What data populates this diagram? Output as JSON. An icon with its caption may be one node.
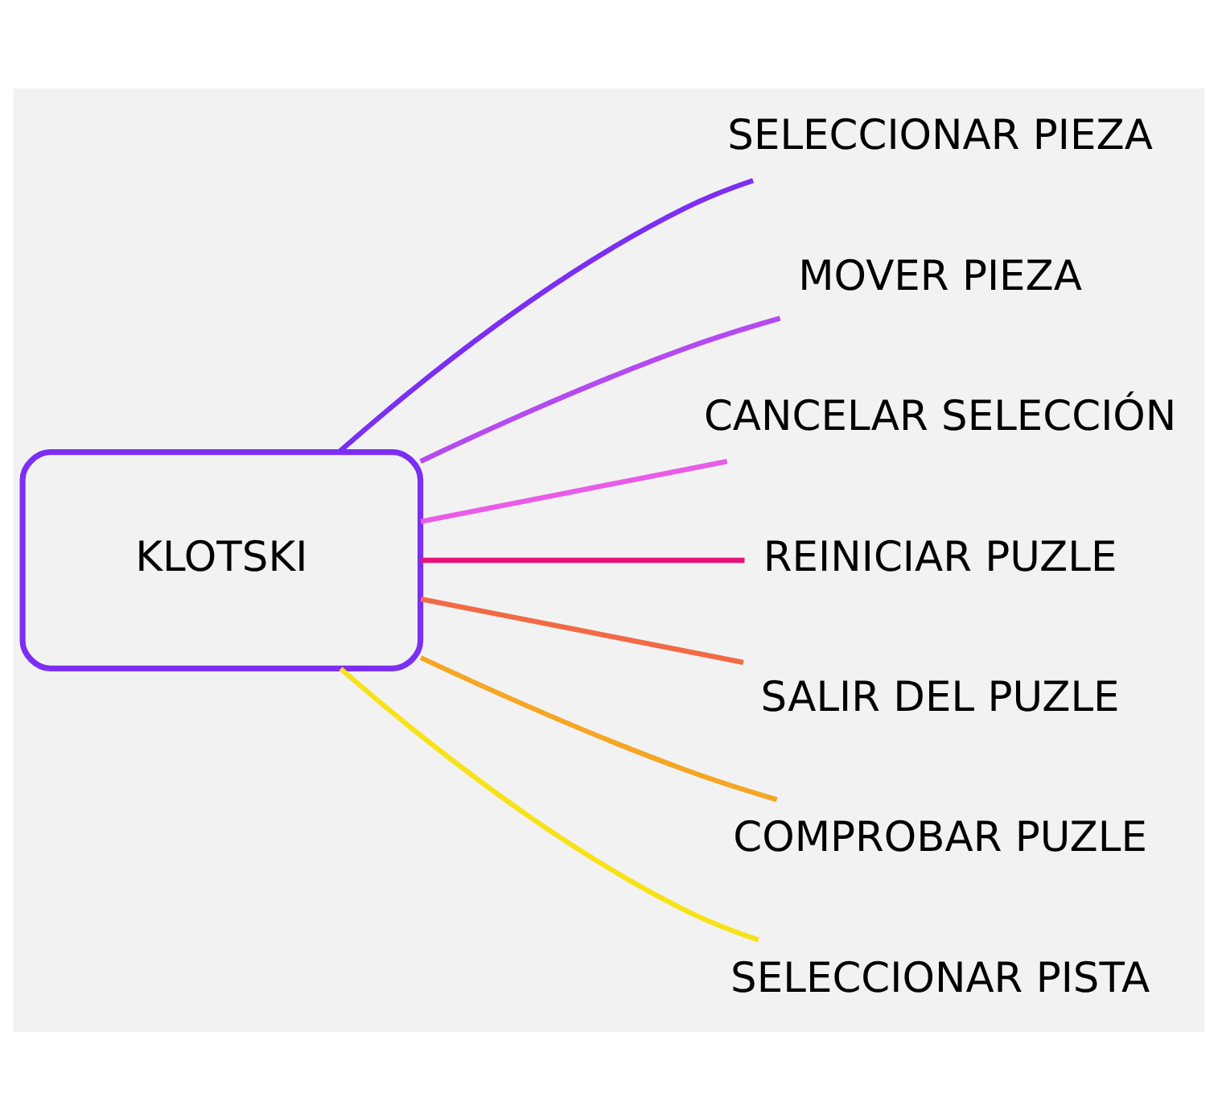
{
  "diagram": {
    "nodes": [
      {
        "text": [
          "KLOTSKI"
        ]
      },
      {
        "text": [
          "SELECCIONAR PIEZA"
        ]
      },
      {
        "text": [
          "MOVER PIEZA"
        ]
      },
      {
        "text": [
          "CANCELAR SELECCIÓN"
        ]
      },
      {
        "text": [
          "REINICIAR PUZLE"
        ]
      },
      {
        "text": [
          "SALIR DEL PUZLE"
        ]
      },
      {
        "text": [
          "COMPROBAR PUZLE"
        ]
      },
      {
        "text": [
          "SELECCIONAR PISTA"
        ]
      }
    ],
    "edges": [
      {
        "from": 0,
        "to": 1,
        "arrow": "none",
        "color": "#7b2ff2"
      },
      {
        "from": 0,
        "to": 2,
        "arrow": "none",
        "color": "#b54af0"
      },
      {
        "from": 0,
        "to": 3,
        "arrow": "none",
        "color": "#e85ce8"
      },
      {
        "from": 0,
        "to": 4,
        "arrow": "none",
        "color": "#e8127a"
      },
      {
        "from": 0,
        "to": 5,
        "arrow": "none",
        "color": "#f26a45"
      },
      {
        "from": 0,
        "to": 6,
        "arrow": "none",
        "color": "#f5a623"
      },
      {
        "from": 0,
        "to": 7,
        "arrow": "none",
        "color": "#f7e21a"
      }
    ]
  }
}
